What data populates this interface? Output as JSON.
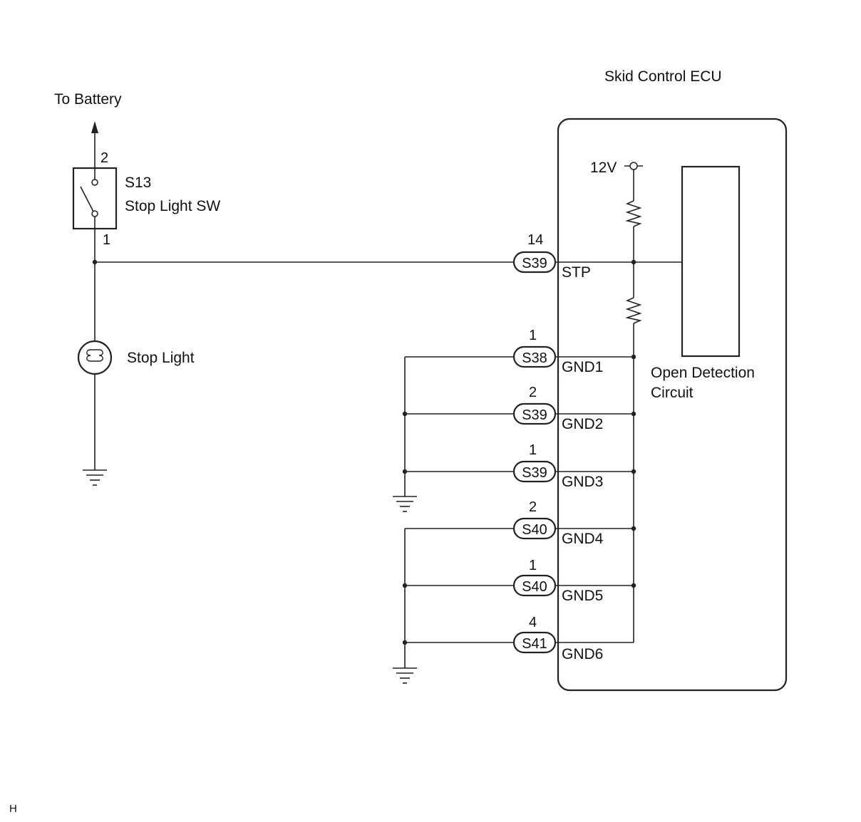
{
  "labels": {
    "to_battery": "To Battery",
    "ecu_title": "Skid Control ECU",
    "switch_code": "S13",
    "switch_name": "Stop Light SW",
    "switch_pin_top": "2",
    "switch_pin_bottom": "1",
    "stop_light": "Stop Light",
    "voltage": "12V",
    "open_detection_line1": "Open Detection",
    "open_detection_line2": "Circuit",
    "corner_code": "H"
  },
  "connectors": [
    {
      "pin": "14",
      "code": "S39",
      "signal": "STP"
    },
    {
      "pin": "1",
      "code": "S38",
      "signal": "GND1"
    },
    {
      "pin": "2",
      "code": "S39",
      "signal": "GND2"
    },
    {
      "pin": "1",
      "code": "S39",
      "signal": "GND3"
    },
    {
      "pin": "2",
      "code": "S40",
      "signal": "GND4"
    },
    {
      "pin": "1",
      "code": "S40",
      "signal": "GND5"
    },
    {
      "pin": "4",
      "code": "S41",
      "signal": "GND6"
    }
  ]
}
